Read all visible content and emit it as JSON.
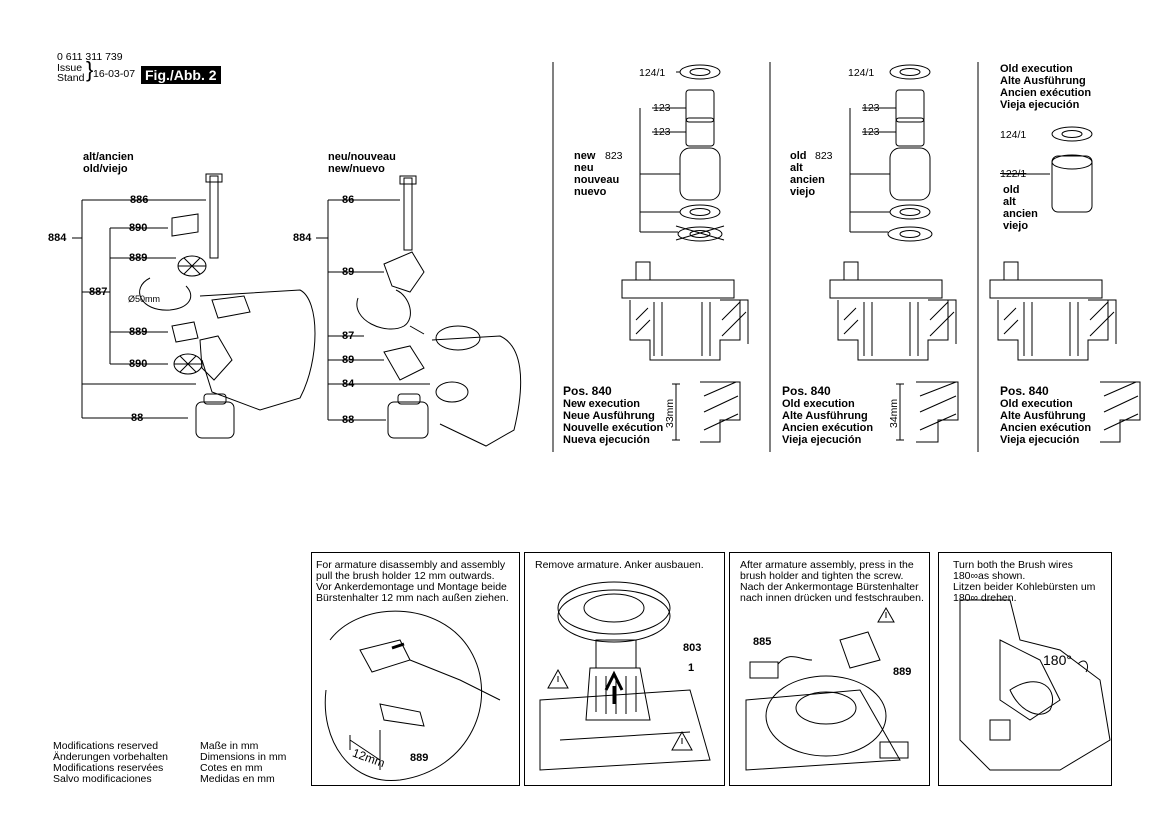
{
  "header": {
    "part_number": "0 611 311 739",
    "issue_label": "Issue",
    "stand_label": "Stand",
    "date": "16-03-07",
    "figure": "Fig./Abb. 2"
  },
  "left_diagrams": {
    "old_title_1": "alt/ancien",
    "old_title_2": "old/viejo",
    "new_title_1": "neu/nouveau",
    "new_title_2": "new/nuevo",
    "old_labels": [
      "884",
      "886",
      "890",
      "889",
      "887",
      "Ø50mm",
      "889",
      "890",
      "88"
    ],
    "new_labels": [
      "884",
      "86",
      "89",
      "87",
      "89",
      "84",
      "88"
    ]
  },
  "columns": {
    "c1": {
      "labels": [
        "124/1",
        "123",
        "123",
        "823"
      ],
      "state": [
        "new",
        "neu",
        "nouveau",
        "nuevo"
      ],
      "pos": "Pos. 840",
      "lines": [
        "New execution",
        "Neue Ausführung",
        "Nouvelle exécution",
        "Nueva ejecución"
      ],
      "dim": "33mm"
    },
    "c2": {
      "labels": [
        "124/1",
        "123",
        "123",
        "823"
      ],
      "state": [
        "old",
        "alt",
        "ancien",
        "viejo"
      ],
      "pos": "Pos. 840",
      "lines": [
        "Old execution",
        "Alte Ausführung",
        "Ancien exécution",
        "Vieja ejecución"
      ],
      "dim": "34mm"
    },
    "c3": {
      "head": [
        "Old execution",
        "Alte Ausführung",
        "Ancien exécution",
        "Vieja ejecución"
      ],
      "labels": [
        "124/1",
        "122/1"
      ],
      "state": [
        "old",
        "alt",
        "ancien",
        "viejo"
      ],
      "pos": "Pos. 840",
      "lines": [
        "Old execution",
        "Alte Ausführung",
        "Ancien exécution",
        "Vieja ejecución"
      ]
    }
  },
  "steps": [
    {
      "text": [
        "For armature disassembly and assembly",
        "pull the brush holder 12 mm outwards.",
        "Vor Ankerdemontage und Montage beide",
        "Bürstenhalter 12 mm nach außen ziehen."
      ],
      "labels": [
        "889",
        "12mm"
      ]
    },
    {
      "text": [
        "Remove armature. Anker ausbauen."
      ],
      "labels": [
        "803",
        "1"
      ]
    },
    {
      "text": [
        "After armature assembly, press in the",
        "brush holder and tighten the screw.",
        "Nach der Ankermontage Bürstenhalter",
        "nach innen drücken und festschrauben."
      ],
      "labels": [
        "885",
        "889"
      ]
    },
    {
      "text": [
        "Turn both the Brush wires",
        "180∞as shown.",
        "Litzen beider Kohlebürsten um",
        "180∞ drehen."
      ],
      "labels": [
        "180°"
      ]
    }
  ],
  "footer": {
    "modifications": [
      "Modifications reserved",
      "Änderungen vorbehalten",
      "Modifications reservées",
      "Salvo modificaciones"
    ],
    "dimensions": [
      "Maße in mm",
      "Dimensions in mm",
      "Cotes en mm",
      "Medidas en mm"
    ]
  }
}
